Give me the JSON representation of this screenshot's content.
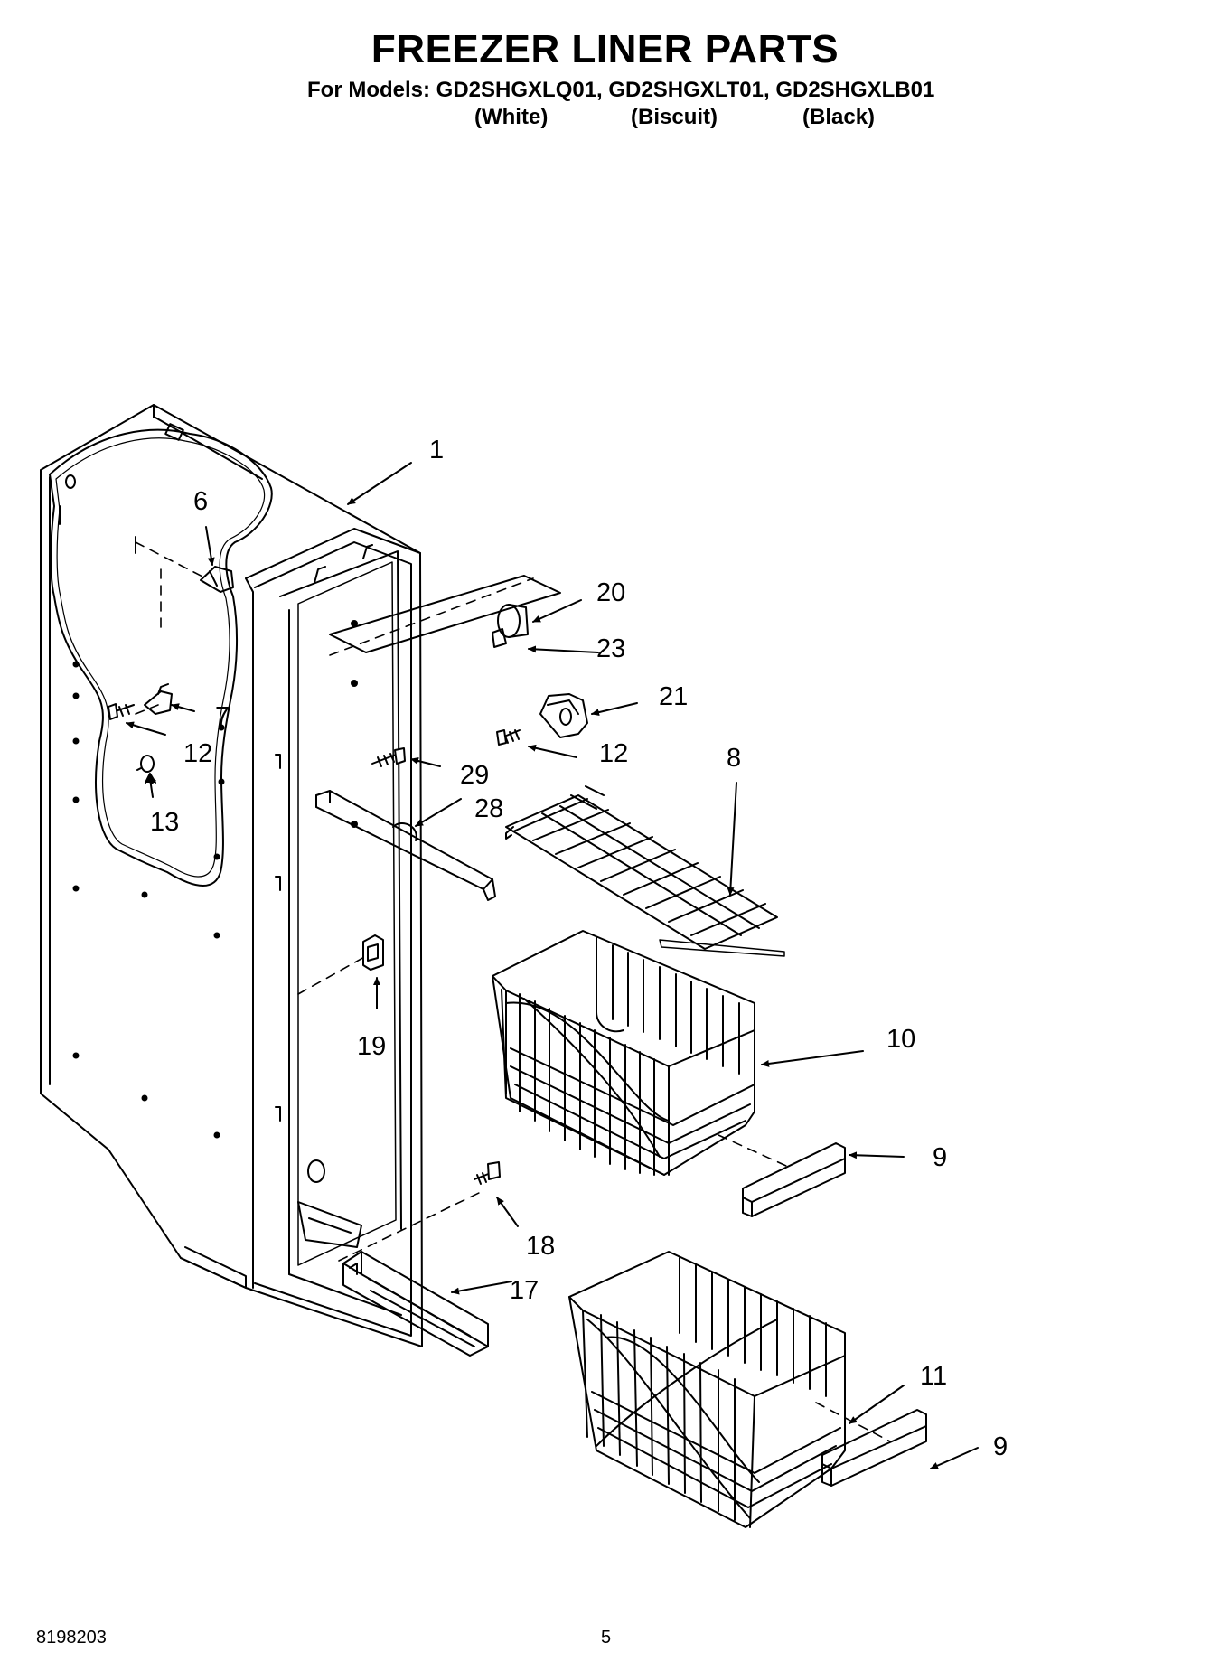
{
  "header": {
    "title": "FREEZER LINER PARTS",
    "models_line": "For Models: GD2SHGXLQ01, GD2SHGXLT01, GD2SHGXLB01",
    "variants": [
      "(White)",
      "(Biscuit)",
      "(Black)"
    ]
  },
  "callouts": {
    "c1": "1",
    "c6": "6",
    "c7": "7",
    "c12a": "12",
    "c13": "13",
    "c20": "20",
    "c23": "23",
    "c21": "21",
    "c12b": "12",
    "c8": "8",
    "c29": "29",
    "c28": "28",
    "c10": "10",
    "c19": "19",
    "c9a": "9",
    "c18": "18",
    "c17": "17",
    "c11": "11",
    "c9b": "9"
  },
  "footer": {
    "part_number": "8198203",
    "page_number": "5"
  }
}
